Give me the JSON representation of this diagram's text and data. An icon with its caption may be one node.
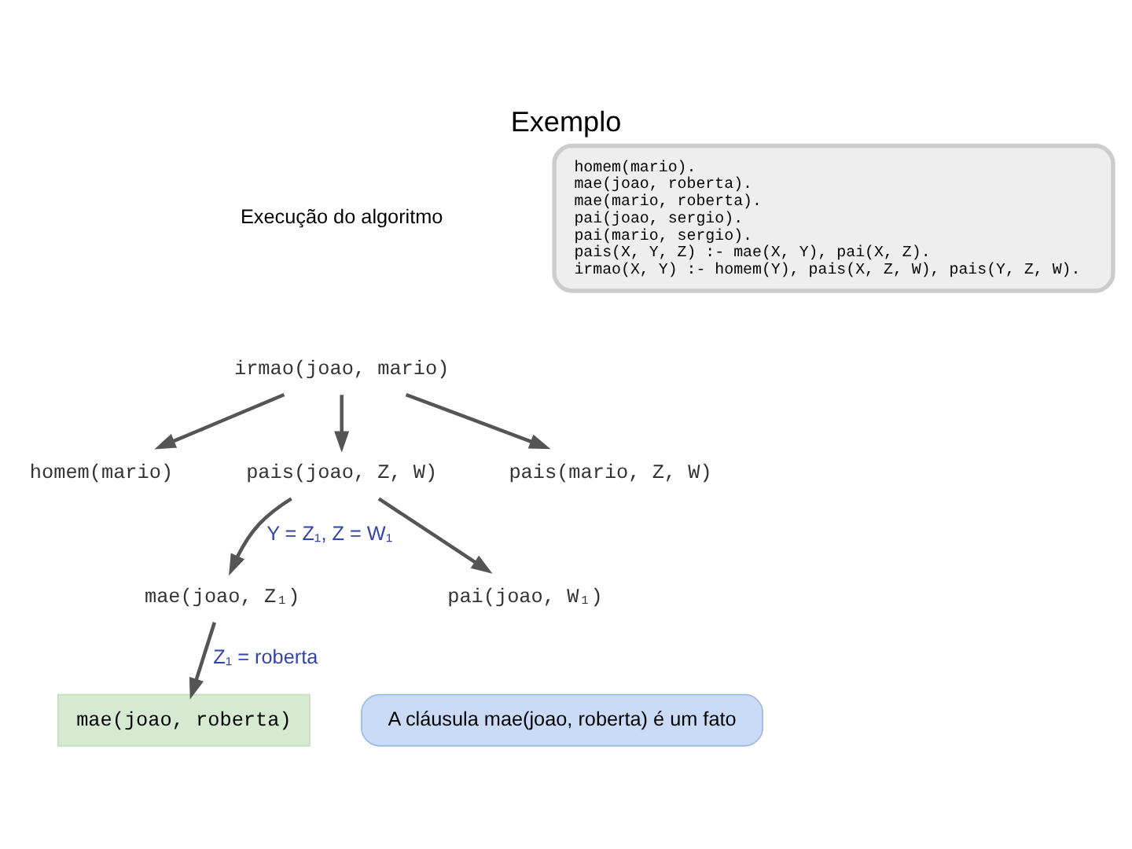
{
  "diagram": {
    "title": "Exemplo",
    "nodes": [
      {
        "text": [
          "homem(mario).",
          "mae(joao, roberta).",
          "mae(mario, roberta).",
          "pai(joao, sergio).",
          "pai(mario, sergio).",
          "pais(X, Y, Z) :- mae(X, Y), pai(X, Z).",
          "irmao(X, Y) :- homem(Y), pais(X, Z, W), pais(Y, Z, W)."
        ]
      },
      {
        "text": [
          "irmao(joao, mario)"
        ]
      },
      {
        "text": [
          "homem(mario)"
        ]
      },
      {
        "text": [
          "pais(joao, Z, W)"
        ]
      },
      {
        "text": [
          "pais(mario, Z, W)"
        ]
      },
      {
        "text": [
          "mae(joao, Z₁)"
        ]
      },
      {
        "text": [
          "pai(joao, W₁)"
        ]
      },
      {
        "text": [
          "mae(joao, roberta)"
        ]
      },
      {
        "text": [
          "A cláusula mae(joao, roberta) é um fato"
        ]
      }
    ],
    "edges": [
      {
        "from": 1,
        "to": 2,
        "arrow": "to"
      },
      {
        "from": 1,
        "to": 3,
        "arrow": "to"
      },
      {
        "from": 1,
        "to": 4,
        "arrow": "to"
      },
      {
        "from": 3,
        "to": 5,
        "arrow": "to",
        "label": "Y = Z₁, Z = W₁"
      },
      {
        "from": 3,
        "to": 6,
        "arrow": "to"
      },
      {
        "from": 5,
        "to": 7,
        "arrow": "to",
        "label": "Z₁ = roberta"
      }
    ],
    "labels": [
      "Execução do algoritmo"
    ]
  }
}
